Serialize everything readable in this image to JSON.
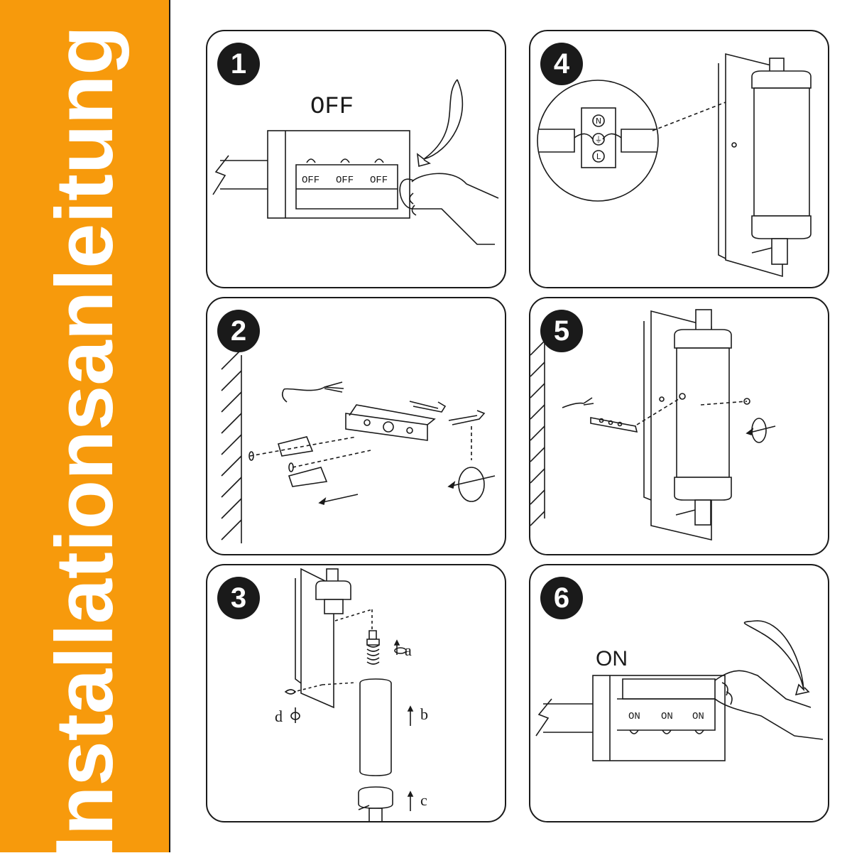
{
  "sidebar": {
    "title": "Installationsanleitung",
    "background": "#f79a0c",
    "text_color": "#ffffff"
  },
  "panels": [
    {
      "step": "1",
      "heading": "OFF",
      "switch_labels": [
        "OFF",
        "OFF",
        "OFF"
      ]
    },
    {
      "step": "2"
    },
    {
      "step": "3",
      "labels": {
        "a": "a",
        "b": "b",
        "c": "c",
        "d": "d"
      }
    },
    {
      "step": "4",
      "terminal_labels": [
        "N",
        "⏚",
        "L"
      ]
    },
    {
      "step": "5"
    },
    {
      "step": "6",
      "heading": "ON",
      "switch_labels": [
        "ON",
        "ON",
        "ON"
      ]
    }
  ]
}
